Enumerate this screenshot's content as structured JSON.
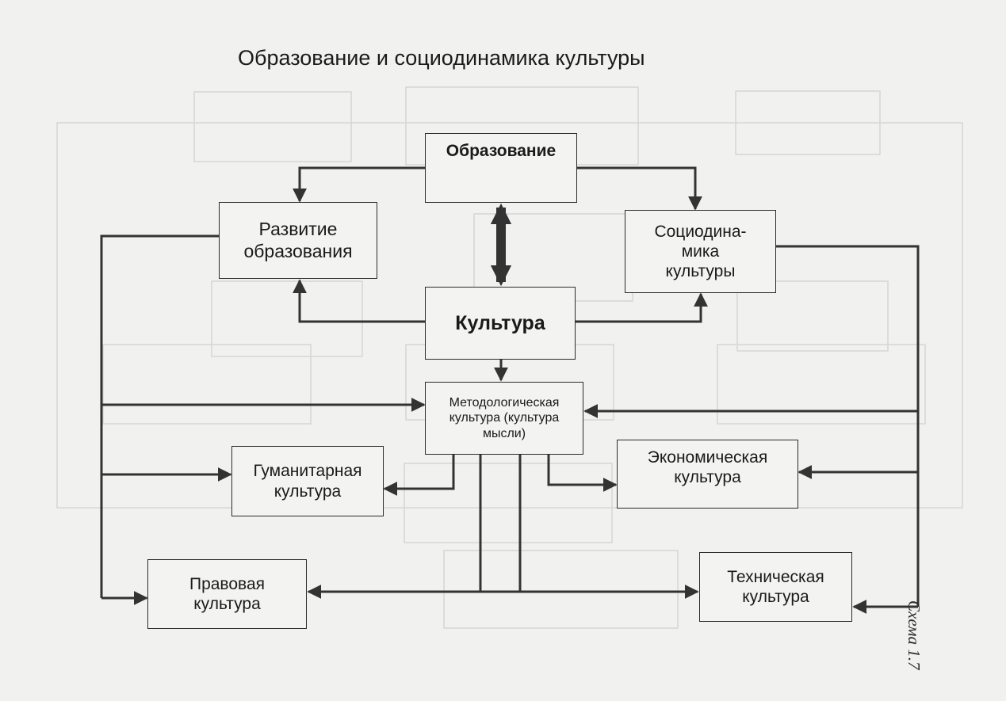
{
  "diagram": {
    "title": "Образование и социодинамика культуры",
    "side_caption": "Схема 1.7",
    "nodes": {
      "obrazovanie": "Образование",
      "razvitie_obrazovaniya": "Развитие\nобразования",
      "sociodinamika_kultury": "Социодина-\nмика\nкультуры",
      "kultura": "Культура",
      "metodologicheskaya": "Методологическая\nкультура (культура\nмысли)",
      "gumanitarnaya": "Гуманитарная\nкультура",
      "ekonomicheskaya": "Экономическая\nкультура",
      "pravovaya": "Правовая\nкультура",
      "tekhnicheskaya": "Техническая\nкультура"
    },
    "colors": {
      "line": "#333333",
      "box_border": "#2b2b2b",
      "background": "#f1f1ef"
    }
  }
}
